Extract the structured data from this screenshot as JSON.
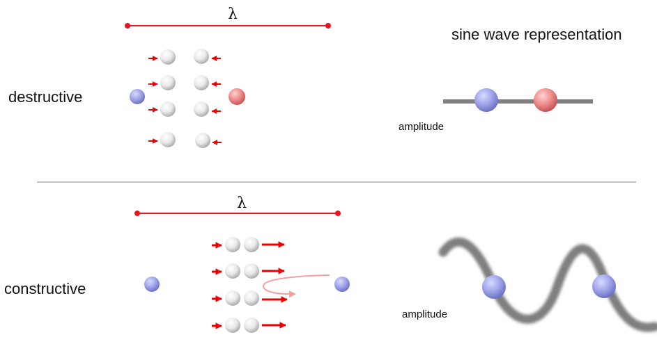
{
  "destructive": {
    "label": "destructive",
    "lambda": "λ",
    "representation_title": "sine wave representation",
    "amplitude_label": "amplitude"
  },
  "constructive": {
    "label": "constructive",
    "lambda": "λ",
    "amplitude_label": "amplitude"
  },
  "colors": {
    "wavelength_line": "#e8141b",
    "arrow": "#ee0000",
    "source_blue": "#9aa0e6",
    "source_red": "#e98080",
    "particle": "#e8e8e8",
    "wave_line": "#808080",
    "divider": "#888888"
  }
}
